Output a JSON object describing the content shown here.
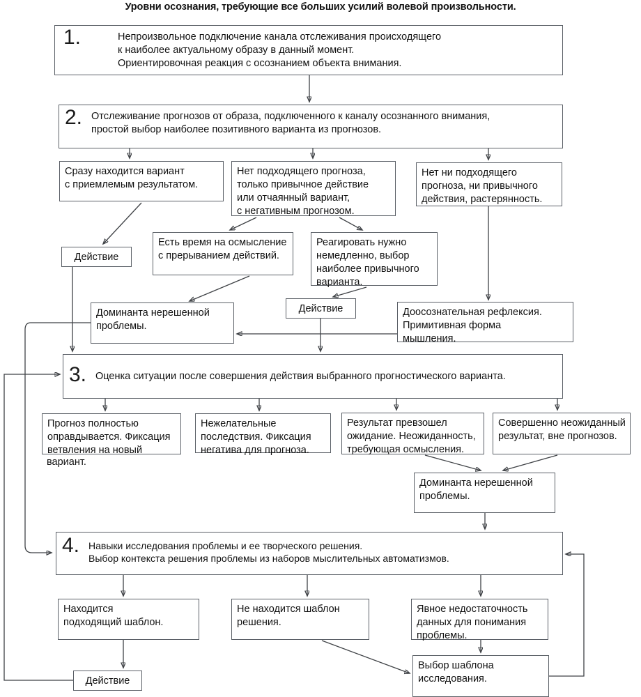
{
  "title": "Уровни осознания, требующие все больших усилий волевой произвольности.",
  "colors": {
    "stroke": "#5a5f66",
    "wire": "#3f4246",
    "text": "#111111",
    "background": "#ffffff"
  },
  "levels": [
    {
      "number": "1.",
      "text": "Непроизвольное подключение канала отслеживания происходящего\n к наиболее актуальному образу в данный момент.\nОриентировочная реакция с осознанием объекта внимания."
    },
    {
      "number": "2.",
      "text": "Отслеживание прогнозов от образа, подключенного к каналу осознанного внимания,\nпростой выбор наиболее позитивного варианта из прогнозов."
    },
    {
      "number": "3.",
      "text": "Оценка ситуации после совершения действия выбранного прогностического варианта."
    },
    {
      "number": "4.",
      "text": "Навыки исследования проблемы и ее творческого решения.\nВыбор контекста решения проблемы из наборов мыслительных автоматизмов."
    }
  ],
  "nodes": {
    "n2_opt1": "Сразу находится вариант\nс приемлемым результатом.",
    "n2_opt2": "Нет подходящего прогноза,\nтолько привычное действие\nили отчаянный вариант,\nс негативным прогнозом.",
    "n2_opt3": "Нет ни подходящего\nпрогноза, ни привычного\nдействия, растерянность.",
    "action_1": "Действие",
    "n2_time": "Есть время на осмысление\nс прерыванием действий.",
    "n2_react": "Реагировать нужно\nнемедленно, выбор\nнаиболее привычного\nварианта.",
    "dominant_1": "Доминанта нерешенной\nпроблемы.",
    "action_2": "Действие",
    "prereflex": "Доосознательная рефлексия.\nПримитивная форма\nмышления.",
    "n3_opt1": "Прогноз полностью\nоправдывается. Фиксация\nветвления на новый",
    "n3_opt1_overflow": "вариант.",
    "n3_opt2": "Нежелательные\nпоследствия. Фиксация\nнегатива для прогноза.",
    "n3_opt3": "Результат превзошел\nожидание. Неожиданность,\nтребующая осмысления.",
    "n3_opt4": "Совершенно неожиданный\nрезультат, вне прогнозов.",
    "dominant_2": "Доминанта нерешенной\nпроблемы.",
    "n4_opt1": "Находится\nподходящий шаблон.",
    "n4_opt2": "Не находится шаблон\nрешения.",
    "n4_opt3": "Явное недостаточность\nданных для понимания\nпроблемы.",
    "action_3": "Действие",
    "template_choice": "Выбор шаблона\nисследования."
  }
}
